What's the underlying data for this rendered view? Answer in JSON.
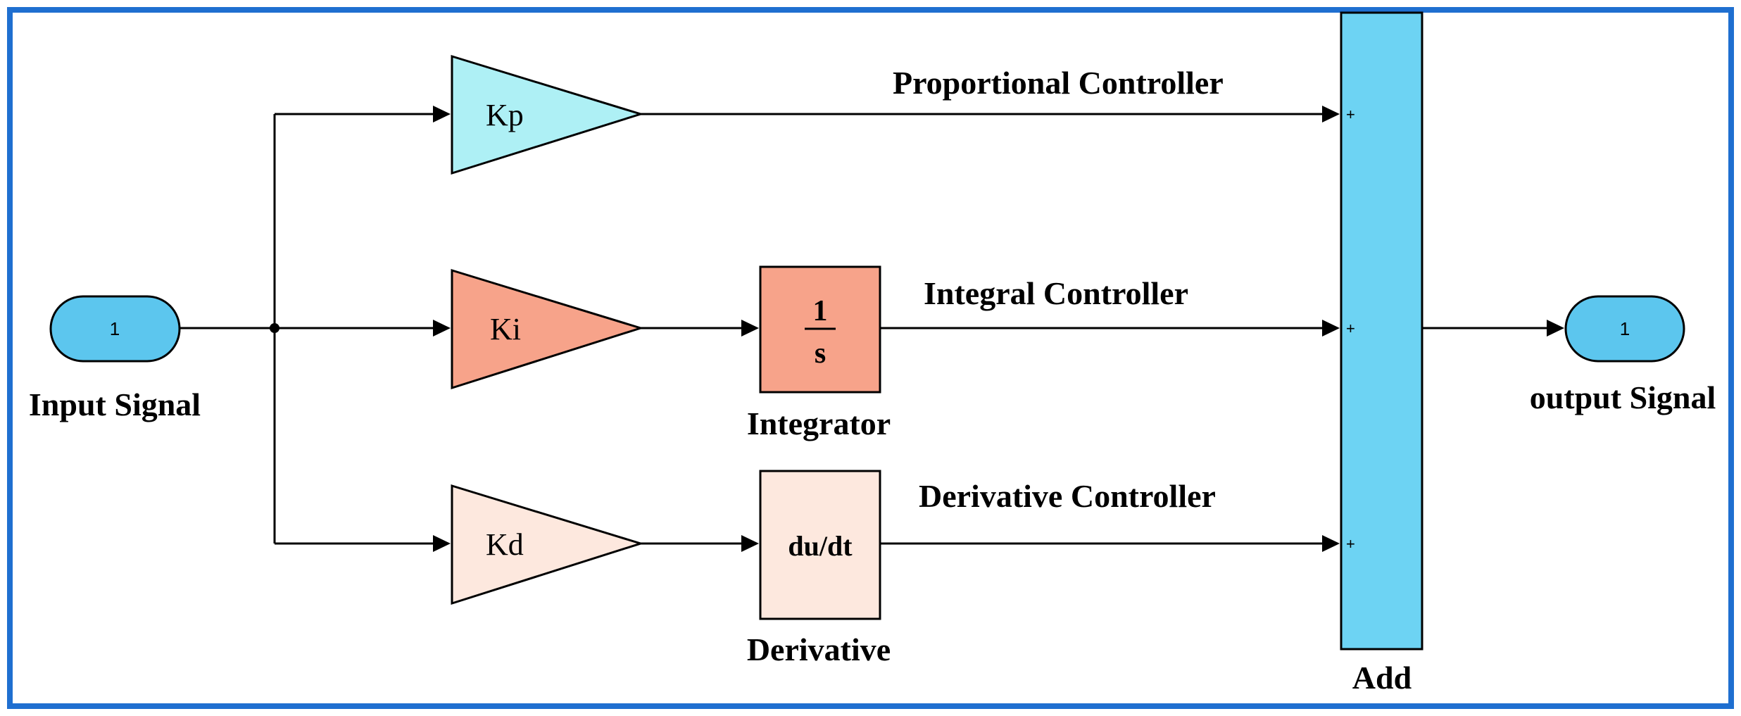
{
  "colors": {
    "frame": "#1f6fd0",
    "port": "#5cc6ee",
    "kp": "#aef0f5",
    "ki": "#f7a38a",
    "kd": "#fde8de",
    "integrator": "#f7a38a",
    "derivative": "#fde8de",
    "add": "#6dd3f3"
  },
  "input_port": {
    "number": "1",
    "label": "Input Signal"
  },
  "output_port": {
    "number": "1",
    "label": "output Signal"
  },
  "gains": {
    "kp": "Kp",
    "ki": "Ki",
    "kd": "Kd"
  },
  "integrator": {
    "numerator": "1",
    "denominator": "s",
    "label": "Integrator"
  },
  "derivative": {
    "text": "du/dt",
    "label": "Derivative"
  },
  "signals": {
    "proportional": "Proportional Controller",
    "integral": "Integral Controller",
    "derivative": "Derivative Controller"
  },
  "add": {
    "label": "Add",
    "signs": [
      "+",
      "+",
      "+"
    ]
  }
}
